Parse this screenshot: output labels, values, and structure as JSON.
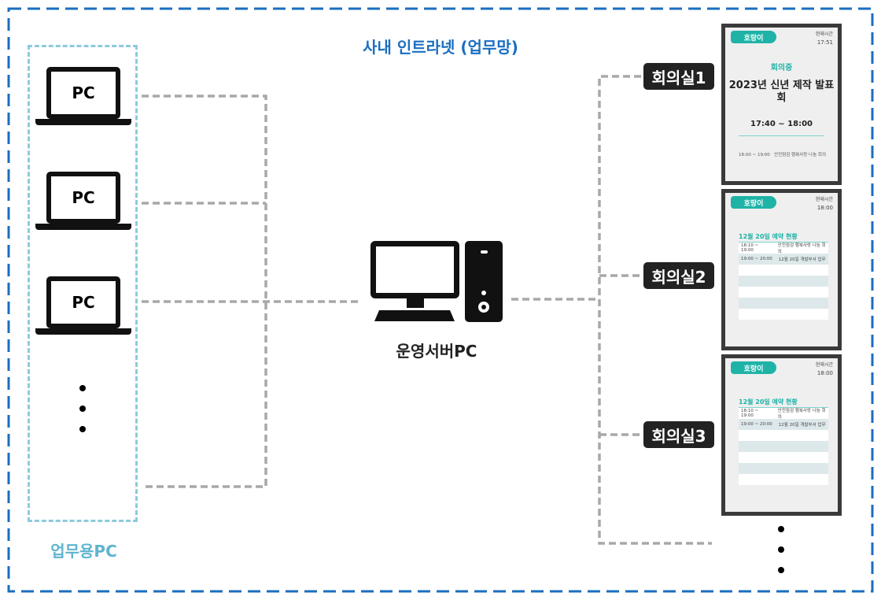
{
  "title": "사내 인트라넷 (업무망)",
  "work_pcs": {
    "label": "업무용PC",
    "items": [
      "PC",
      "PC",
      "PC"
    ]
  },
  "server": {
    "label": "운영서버PC"
  },
  "rooms": [
    {
      "label": "회의실1",
      "brand": "호랑이",
      "now_label": "현재시간",
      "now": "17:51",
      "status": "회의중",
      "meeting_title": "2023년 신년 제작 발표회",
      "meeting_time": "17:40 ~ 18:00",
      "next": {
        "time": "18:00 ~ 19:00",
        "name": "안전점검 행복사랑 나눔 회의"
      }
    },
    {
      "label": "회의실2",
      "brand": "호랑이",
      "now_label": "현재시간",
      "now": "18:00",
      "heading": "12월 20일 예약 현황",
      "rows": [
        {
          "time": "18:10 ~ 19:00",
          "name": "안전점검 행복사랑 나눔 회의"
        },
        {
          "time": "19:00 ~ 20:00",
          "name": "12월 20일 개발부서 업무"
        }
      ]
    },
    {
      "label": "회의실3",
      "brand": "호랑이",
      "now_label": "현재시간",
      "now": "18:00",
      "heading": "12월 20일 예약 현황",
      "rows": [
        {
          "time": "18:10 ~ 19:00",
          "name": "안전점검 행복사랑 나눔 회의"
        },
        {
          "time": "19:00 ~ 20:00",
          "name": "12월 20일 개발부서 업무"
        }
      ]
    }
  ],
  "colors": {
    "border": "#1a6ec0",
    "group": "#8ccbdc",
    "accent": "#1fb3a7",
    "line": "#a8a8a8"
  }
}
